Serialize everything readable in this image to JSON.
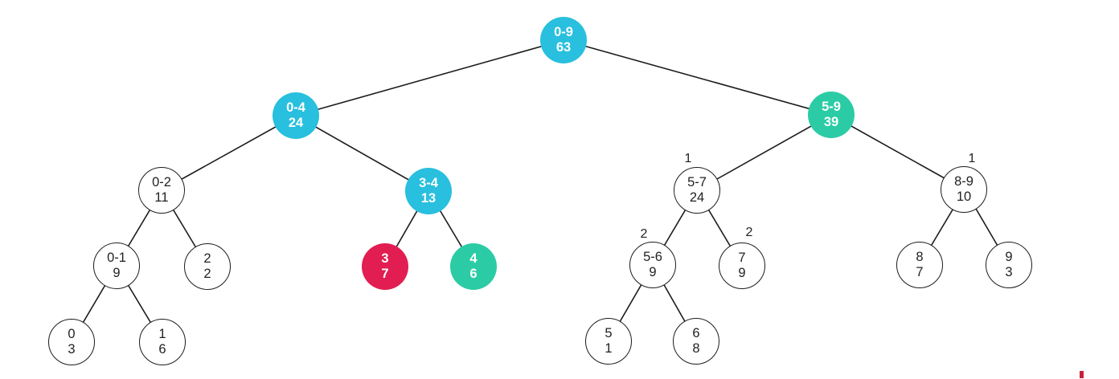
{
  "palette": {
    "node_cyan": "#29bfde",
    "node_teal": "#2bcca5",
    "node_red": "#e11d51",
    "node_white": "#ffffff",
    "node_border": "#1c1c1c",
    "edge_color": "#1c1c1c",
    "text_dark": "#222222",
    "text_light": "#ffffff",
    "marker_red": "#cb2136",
    "background": "#ffffff"
  },
  "tree": {
    "description": "Segment tree: each node shows index range (top) and value (bottom); small numbers above some nodes are pending lazy values",
    "nodes": [
      {
        "id": "0-9",
        "range": "0-9",
        "value": "63",
        "highlight": "cyan"
      },
      {
        "id": "0-4",
        "range": "0-4",
        "value": "24",
        "highlight": "cyan"
      },
      {
        "id": "5-9",
        "range": "5-9",
        "value": "39",
        "highlight": "teal"
      },
      {
        "id": "0-2",
        "range": "0-2",
        "value": "11",
        "highlight": "white"
      },
      {
        "id": "3-4",
        "range": "3-4",
        "value": "13",
        "highlight": "cyan"
      },
      {
        "id": "5-7",
        "range": "5-7",
        "value": "24",
        "highlight": "white",
        "lazy": "1"
      },
      {
        "id": "8-9",
        "range": "8-9",
        "value": "10",
        "highlight": "white",
        "lazy": "1"
      },
      {
        "id": "0-1",
        "range": "0-1",
        "value": "9",
        "highlight": "white"
      },
      {
        "id": "2",
        "range": "2",
        "value": "2",
        "highlight": "white"
      },
      {
        "id": "3",
        "range": "3",
        "value": "7",
        "highlight": "red"
      },
      {
        "id": "4",
        "range": "4",
        "value": "6",
        "highlight": "teal"
      },
      {
        "id": "5-6",
        "range": "5-6",
        "value": "9",
        "highlight": "white",
        "lazy": "2"
      },
      {
        "id": "7",
        "range": "7",
        "value": "9",
        "highlight": "white",
        "lazy": "2"
      },
      {
        "id": "8",
        "range": "8",
        "value": "7",
        "highlight": "white"
      },
      {
        "id": "9",
        "range": "9",
        "value": "3",
        "highlight": "white"
      },
      {
        "id": "0",
        "range": "0",
        "value": "3",
        "highlight": "white"
      },
      {
        "id": "1",
        "range": "1",
        "value": "6",
        "highlight": "white"
      },
      {
        "id": "5",
        "range": "5",
        "value": "1",
        "highlight": "white"
      },
      {
        "id": "6",
        "range": "6",
        "value": "8",
        "highlight": "white"
      }
    ]
  }
}
